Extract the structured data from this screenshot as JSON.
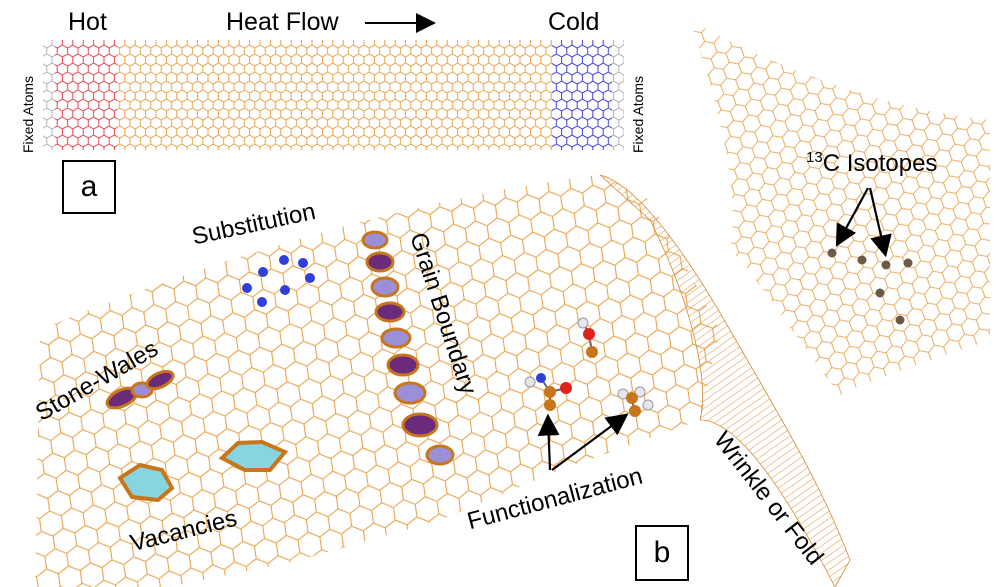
{
  "panel_a": {
    "hot_label": "Hot",
    "heat_flow_label": "Heat Flow",
    "cold_label": "Cold",
    "fixed_atoms_left": "Fixed Atoms",
    "fixed_atoms_right": "Fixed Atoms",
    "panel_letter": "a"
  },
  "panel_b": {
    "substitution_label": "Substitution",
    "grain_boundary_label": "Grain Boundary",
    "stone_wales_label": "Stone-Wales",
    "vacancies_label": "Vacancies",
    "functionalization_label": "Functionalization",
    "wrinkle_label": "Wrinkle or Fold",
    "isotopes_sup": "13",
    "isotopes_label": "C Isotopes",
    "panel_letter": "b"
  },
  "colors": {
    "lattice": "#e8a34c",
    "hot": "#e8434f",
    "cold": "#3d3de0",
    "fixed": "#b0b0b0",
    "carbon_atom": "#c8761c",
    "substitution_atom": "#2f3fd8",
    "defect_fill_purple": "#6b2a7a",
    "defect_fill_lavender": "#9b8fd8",
    "vacancy_fill": "#86d5e0",
    "isotope_atom": "#6b5a45",
    "oxygen": "#e0221e",
    "nitrogen": "#2f3fd8",
    "hydrogen": "#e6e6ee"
  }
}
